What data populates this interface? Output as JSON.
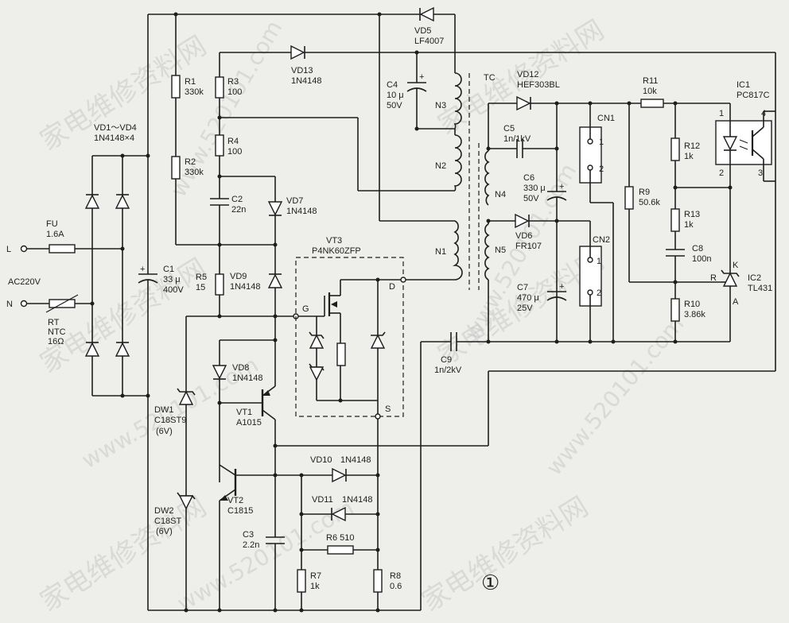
{
  "watermark": {
    "text": "家电维修资料网",
    "url": "www.520101.com"
  },
  "terminals": {
    "L": "L",
    "N": "N",
    "ac": "AC220V"
  },
  "figure_number": "①",
  "components": {
    "fu": [
      "FU",
      "1.6A"
    ],
    "rt": [
      "RT",
      "NTC",
      "16Ω"
    ],
    "vd1_4": [
      "VD1～VD4",
      "1N4148×4"
    ],
    "c1": [
      "C1",
      "33 μ",
      "400V"
    ],
    "r1": [
      "R1",
      "330k"
    ],
    "r2": [
      "R2",
      "330k"
    ],
    "r3": [
      "R3",
      "100"
    ],
    "r4": [
      "R4",
      "100"
    ],
    "r5": [
      "R5",
      "15"
    ],
    "c2": [
      "C2",
      "22n"
    ],
    "vd13": [
      "VD13",
      "1N4148"
    ],
    "vd7": [
      "VD7",
      "1N4148"
    ],
    "vd9": [
      "VD9",
      "1N4148"
    ],
    "vd5": [
      "VD5",
      "LF4007"
    ],
    "c4": [
      "C4",
      "10 μ",
      "50V"
    ],
    "n1": "N1",
    "n2": "N2",
    "n3": "N3",
    "n4": "N4",
    "n5": "N5",
    "vt3": [
      "VT3",
      "P4NK60ZFP"
    ],
    "g": "G",
    "d": "D",
    "s": "S",
    "dw1": [
      "DW1",
      "C18ST9",
      "(6V)"
    ],
    "dw2": [
      "DW2",
      "C18ST",
      "(6V)"
    ],
    "vd8": [
      "VD8",
      "1N4148"
    ],
    "vt1": [
      "VT1",
      "A1015"
    ],
    "vt2": [
      "VT2",
      "C1815"
    ],
    "vd10": [
      "VD10",
      "1N4148"
    ],
    "vd11": [
      "VD11",
      "1N4148"
    ],
    "r6": [
      "R6 510"
    ],
    "c3": [
      "C3",
      "2.2n"
    ],
    "r7": [
      "R7",
      "1k"
    ],
    "r8": [
      "R8",
      "0.6"
    ],
    "tc": "TC",
    "vd12": [
      "VD12",
      "HEF303BL"
    ],
    "c5": [
      "C5",
      "1n/1kV"
    ],
    "c6": [
      "C6",
      "330 μ",
      "50V"
    ],
    "vd6": [
      "VD6",
      "FR107"
    ],
    "c7": [
      "C7",
      "470 μ",
      "25V"
    ],
    "c9": [
      "C9",
      "1n/2kV"
    ],
    "cn1": [
      "CN1",
      "1",
      "2"
    ],
    "cn2": [
      "CN2",
      "1",
      "2"
    ],
    "r11": [
      "R11",
      "10k"
    ],
    "r12": [
      "R12",
      "1k"
    ],
    "r13": [
      "R13",
      "1k"
    ],
    "r9": [
      "R9",
      "50.6k"
    ],
    "c8": [
      "C8",
      "100n"
    ],
    "r10": [
      "R10",
      "3.86k"
    ],
    "ic1": [
      "IC1",
      "PC817C"
    ],
    "ic1_pins": [
      "1",
      "4",
      "2",
      "3"
    ],
    "ic2": [
      "IC2",
      "TL431"
    ],
    "ic2_pins": [
      "K",
      "R",
      "A"
    ]
  }
}
